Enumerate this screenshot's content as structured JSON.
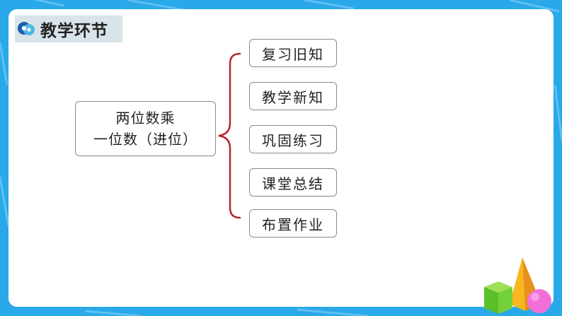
{
  "header": {
    "title": "教学环节",
    "logo_icon": "chat-bubble-logo-icon"
  },
  "topic": {
    "line1": "两位数乘",
    "line2": "一位数（进位）"
  },
  "steps": [
    {
      "label": "复习旧知"
    },
    {
      "label": "教学新知"
    },
    {
      "label": "巩固练习"
    },
    {
      "label": "课堂总结"
    },
    {
      "label": "布置作业"
    }
  ],
  "colors": {
    "background": "#29a8ea",
    "panel": "#ffffff",
    "title_tab": "#d9e3ea",
    "brace": "#b5262b",
    "logo_dark": "#1d5fa8",
    "logo_light": "#4cb8e8"
  },
  "decorations": [
    "geometric-solids-icon"
  ]
}
